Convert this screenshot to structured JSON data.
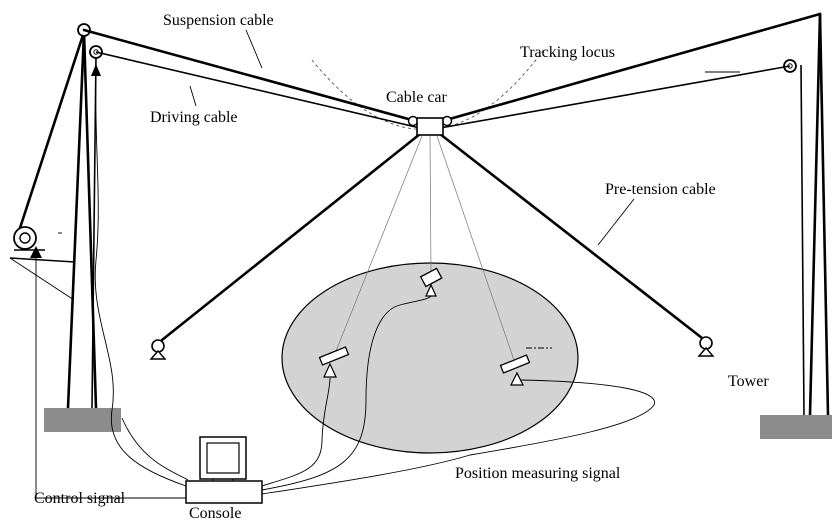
{
  "labels": {
    "suspension_cable": "Suspension cable",
    "tracking_locus": "Tracking locus",
    "cable_car": "Cable car",
    "driving_cable": "Driving cable",
    "pre_tension_cable": "Pre-tension cable",
    "tower": "Tower",
    "position_measuring_signal": "Position measuring signal",
    "control_signal": "Control signal",
    "console": "Console"
  },
  "colors": {
    "ground_block": "#8c8c8c",
    "measuring_area": "#d3d3d3",
    "line": "#000000"
  }
}
